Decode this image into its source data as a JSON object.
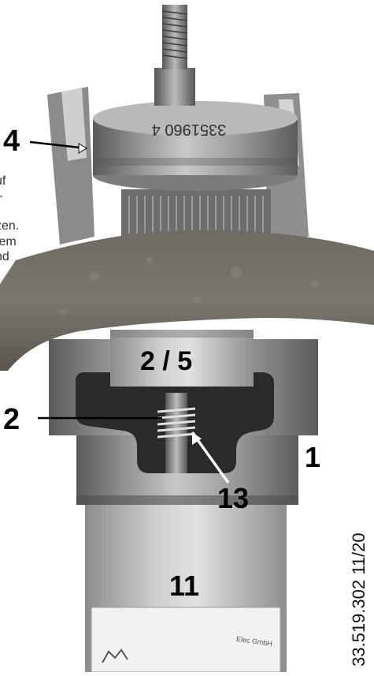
{
  "callouts": {
    "four": "4",
    "two": "2",
    "one": "1",
    "thirteen": "13",
    "two_five": "2 / 5",
    "eleven": "11"
  },
  "engraving": "3351960 4",
  "text_fragments": [
    "uf",
    "t-",
    "-",
    "zen.",
    "tem",
    "nd",
    ""
  ],
  "document_reference": "33.519.302   11/20",
  "label_fragment": "Elec GmbH",
  "colors": {
    "background": "#ffffff",
    "metal": "#8a8a8a",
    "clamp": "#6c6760",
    "text": "#000000"
  }
}
